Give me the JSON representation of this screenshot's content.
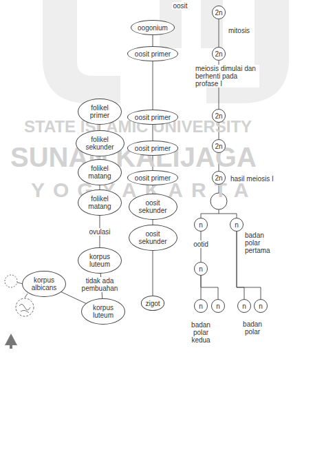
{
  "diagram": {
    "nodes": [
      {
        "text": [
          "oogonium"
        ]
      },
      {
        "text": [
          "2n"
        ]
      },
      {
        "text": [
          "oosit primer"
        ]
      },
      {
        "text": [
          "2n"
        ]
      },
      {
        "text": [
          "folikel primer"
        ]
      },
      {
        "text": [
          "oosit primer"
        ]
      },
      {
        "text": [
          "2n"
        ]
      },
      {
        "text": [
          "folikel sekunder"
        ]
      },
      {
        "text": [
          "oosit primer"
        ]
      },
      {
        "text": [
          "2n"
        ]
      },
      {
        "text": [
          "folikel matang"
        ]
      },
      {
        "text": [
          "oosit primer"
        ]
      },
      {
        "text": [
          "2n"
        ]
      },
      {
        "text": [
          "folikel matang"
        ]
      },
      {
        "text": [
          "oosit sekunder"
        ]
      },
      {
        "text": [
          "oosit sekunder"
        ]
      },
      {
        "text": [
          "n"
        ]
      },
      {
        "text": [
          "n"
        ]
      },
      {
        "text": [
          "korpus luteum"
        ]
      },
      {
        "text": [
          "korpus albicans"
        ]
      },
      {
        "text": [
          "korpus luteum"
        ]
      },
      {
        "text": [
          "zigot"
        ]
      },
      {
        "text": [
          "n"
        ]
      },
      {
        "text": [
          "n"
        ]
      },
      {
        "text": [
          "n"
        ]
      },
      {
        "text": [
          "n"
        ]
      },
      {
        "text": [
          "n"
        ]
      }
    ],
    "edges": [
      {
        "from": 0,
        "to": 2,
        "arrow": "none"
      },
      {
        "from": 2,
        "to": 5,
        "arrow": "none"
      },
      {
        "from": 5,
        "to": 8,
        "arrow": "none"
      },
      {
        "from": 8,
        "to": 11,
        "arrow": "none"
      },
      {
        "from": 11,
        "to": 14,
        "arrow": "none"
      },
      {
        "from": 14,
        "to": 15,
        "arrow": "none"
      },
      {
        "from": 15,
        "to": 21,
        "arrow": "none"
      },
      {
        "from": 1,
        "to": 3,
        "arrow": "none"
      },
      {
        "from": 3,
        "to": 6,
        "arrow": "none"
      },
      {
        "from": 6,
        "to": 9,
        "arrow": "none"
      },
      {
        "from": 9,
        "to": 12,
        "arrow": "none"
      },
      {
        "from": 4,
        "to": 7,
        "arrow": "none"
      },
      {
        "from": 7,
        "to": 10,
        "arrow": "none"
      },
      {
        "from": 10,
        "to": 13,
        "arrow": "none"
      },
      {
        "from": 13,
        "to": 18,
        "arrow": "none"
      },
      {
        "from": 18,
        "to": 20,
        "arrow": "none"
      },
      {
        "from": 20,
        "to": 19,
        "arrow": "none"
      },
      {
        "from": 16,
        "to": 22,
        "arrow": "none"
      },
      {
        "from": 22,
        "to": 23,
        "arrow": "none"
      },
      {
        "from": 22,
        "to": 24,
        "arrow": "none"
      },
      {
        "from": 17,
        "to": 25,
        "arrow": "none"
      },
      {
        "from": 17,
        "to": 26,
        "arrow": "none"
      }
    ],
    "labels": [
      "oosit",
      "mitosis",
      "meiosis dimulai dan berhenti pada profase I",
      "hasil meiosis I",
      "ovulasi",
      "tidak ada pembuahan",
      "ootid",
      "badan polar pertama",
      "badan polar kedua",
      "badan polar",
      "STATE ISLAMIC UNIVERSITY",
      "SUNAN KALIJAGA",
      "YOGYAKARTA"
    ]
  }
}
